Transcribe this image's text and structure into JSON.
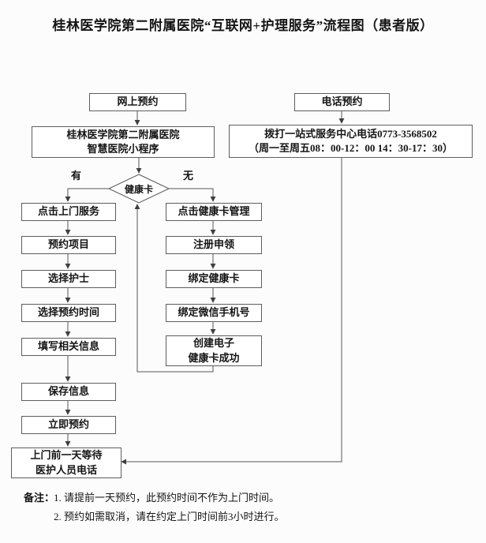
{
  "title": "桂林医学院第二附属医院“互联网+护理服务”流程图（患者版）",
  "flow": {
    "online_start": "网上预约",
    "phone_start": "电话预约",
    "miniprogram": {
      "line1": "桂林医学院第二附属医院",
      "line2": "智慧医院小程序"
    },
    "phone_detail": {
      "line1": "拨打一站式服务中心电话0773-3568502",
      "line2": "（周一至周五08：00-12：00 14：30-17：30）"
    },
    "decision": "健康卡",
    "branch_yes": "有",
    "branch_no": "无",
    "left_steps": [
      "点击上门服务",
      "预约项目",
      "选择护士",
      "选择预约时间",
      "填写相关信息",
      "保存信息",
      "立即预约"
    ],
    "left_final": {
      "line1": "上门前一天等待",
      "line2": "医护人员电话"
    },
    "right_steps": [
      "点击健康卡管理",
      "注册申领",
      "绑定健康卡",
      "绑定微信手机号"
    ],
    "right_final": {
      "line1": "创建电子",
      "line2": "健康卡成功"
    }
  },
  "notes": {
    "label": "备注：",
    "items": [
      "1. 请提前一天预约，此预约时间不作为上门时间。",
      "2. 预约如需取消，请在约定上门时间前3小时进行。"
    ]
  }
}
